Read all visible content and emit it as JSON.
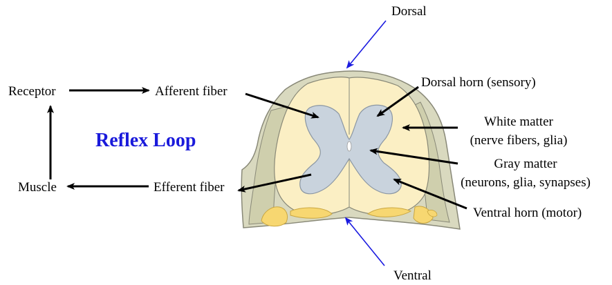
{
  "title": "Reflex Loop",
  "colors": {
    "title": "#1a1adb",
    "direction_arrow": "#1a1ae0",
    "pointer_arrow": "#000000",
    "outer_tissue": "#d9d9bf",
    "white_matter": "#fbefc4",
    "gray_matter": "#c9d3dd",
    "ganglion": "#f7d771",
    "outline": "#777766"
  },
  "loop": {
    "receptor": "Receptor",
    "afferent": "Afferent fiber",
    "efferent": "Efferent fiber",
    "muscle": "Muscle"
  },
  "directions": {
    "dorsal": "Dorsal",
    "ventral": "Ventral"
  },
  "labels": {
    "dorsal_horn": "Dorsal horn (sensory)",
    "white_matter_1": "White matter",
    "white_matter_2": "(nerve fibers, glia)",
    "gray_matter_1": "Gray matter",
    "gray_matter_2": "(neurons, glia, synapses)",
    "ventral_horn": "Ventral horn (motor)"
  }
}
